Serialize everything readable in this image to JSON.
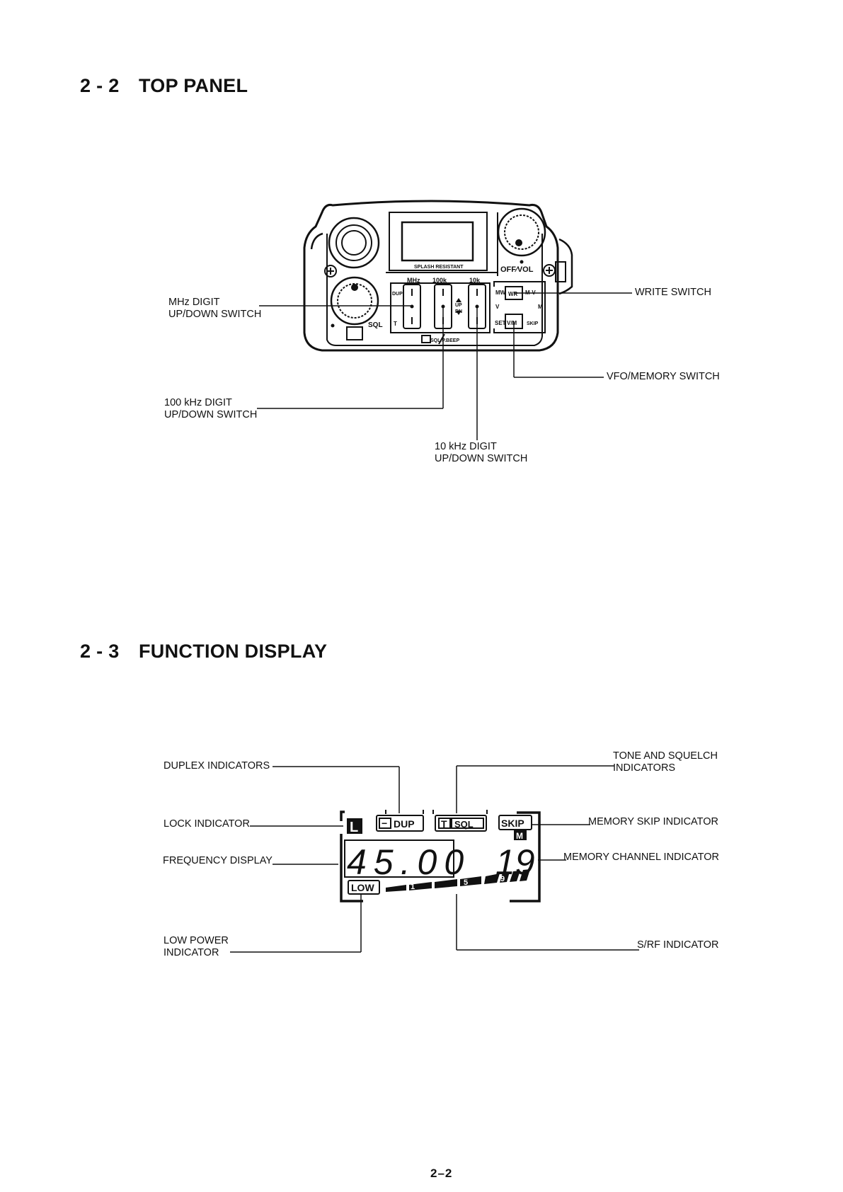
{
  "sections": [
    {
      "number": "2 - 2",
      "title": "TOP PANEL"
    },
    {
      "number": "2 - 3",
      "title": "FUNCTION DISPLAY"
    }
  ],
  "top_panel": {
    "callouts": {
      "mhz_switch": [
        "MHz DIGIT",
        "UP/DOWN SWITCH"
      ],
      "khz100_switch": [
        "100 kHz DIGIT",
        "UP/DOWN SWITCH"
      ],
      "khz10_switch": [
        "10 kHz DIGIT",
        "UP/DOWN SWITCH"
      ],
      "write_switch": [
        "WRITE SWITCH"
      ],
      "vfo_memory_switch": [
        "VFO/MEMORY SWITCH"
      ]
    },
    "device_text": {
      "splash": "SPLASH RESISTANT",
      "off_vol": "OFF∕VOL",
      "sql": "SQL",
      "mhz": "MHz",
      "k100": "100k",
      "k10": "10k",
      "dup": "DUP",
      "t": "T",
      "up": "UP",
      "dn": "DN",
      "tsql_pbeep": "SQL/P.BEEP",
      "mw": "MW",
      "wr": "WR",
      "mv": "M-V",
      "v": "V",
      "m": "M",
      "set": "SET",
      "vm": "V/M",
      "skip": "SKIP"
    }
  },
  "function_display": {
    "callouts": {
      "duplex": [
        "DUPLEX INDICATORS"
      ],
      "lock": [
        "LOCK INDICATOR"
      ],
      "frequency": [
        "FREQUENCY DISPLAY"
      ],
      "low_power": [
        "LOW POWER",
        "INDICATOR"
      ],
      "tone_squelch": [
        "TONE AND SQUELCH",
        "INDICATORS"
      ],
      "memory_skip": [
        "MEMORY SKIP INDICATOR"
      ],
      "memory_channel": [
        "MEMORY CHANNEL INDICATOR"
      ],
      "srf": [
        "S/RF INDICATOR"
      ]
    },
    "lcd": {
      "lock": "L",
      "minus": "−",
      "dup": "DUP",
      "t": "T",
      "sql": "SQL",
      "skip": "SKIP",
      "m": "M",
      "frequency": "45.00",
      "channel": "19",
      "low": "LOW",
      "s1": "1",
      "s5": "5",
      "s9": "9"
    }
  },
  "page_number": "2–2"
}
